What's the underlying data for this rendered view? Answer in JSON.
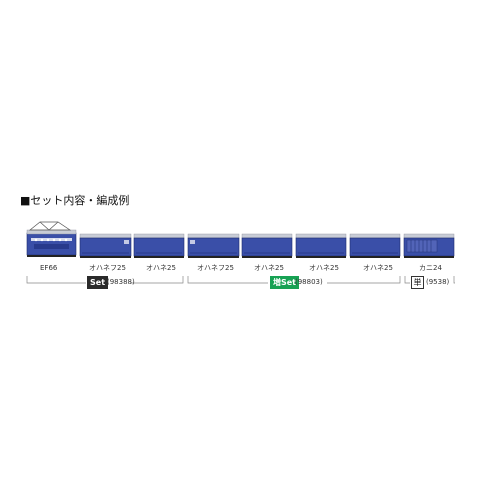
{
  "section_title": "■セット内容・編成例",
  "cars": [
    {
      "label": "EF66"
    },
    {
      "label": "オハネフ25"
    },
    {
      "label": "オハネ25"
    },
    {
      "label": "オハネフ25"
    },
    {
      "label": "オハネ25"
    },
    {
      "label": "オハネ25"
    },
    {
      "label": "オハネ25"
    },
    {
      "label": "カニ24"
    }
  ],
  "groups": [
    {
      "badge": "Set",
      "code": "(98388)"
    },
    {
      "badge": "増Set",
      "code": "(98803)"
    },
    {
      "badge": "単",
      "code": "(9538)"
    }
  ],
  "colors": {
    "car_blue": "#3a4fa8",
    "car_blue_dark": "#283a8c",
    "roof_gray": "#c8ccd6",
    "badge_dark": "#2a2a2a",
    "badge_green": "#17a254"
  }
}
